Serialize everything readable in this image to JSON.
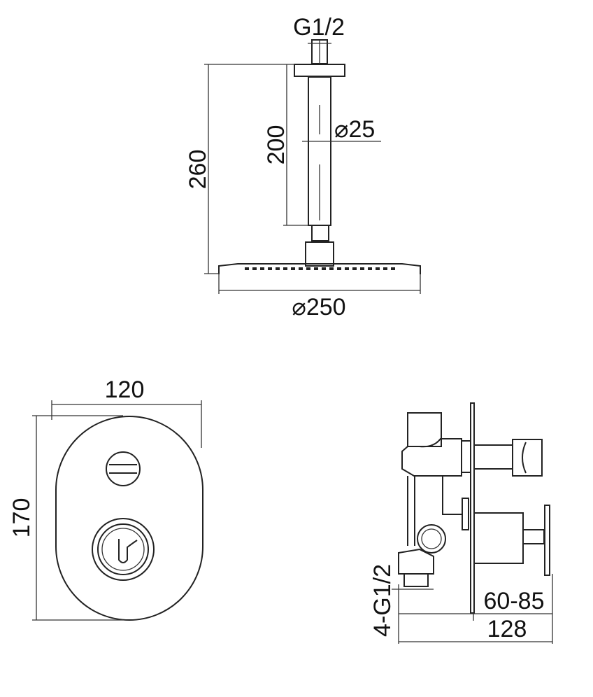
{
  "shower_head": {
    "thread_label": "G1/2",
    "total_height_label": "260",
    "arm_length_label": "200",
    "arm_diameter_label": "⌀25",
    "head_diameter_label": "⌀250"
  },
  "wall_plate": {
    "width_label": "120",
    "height_label": "170"
  },
  "valve_body": {
    "inlet_label": "4-G1/2",
    "depth_range_label": "60-85",
    "total_depth_label": "128"
  }
}
